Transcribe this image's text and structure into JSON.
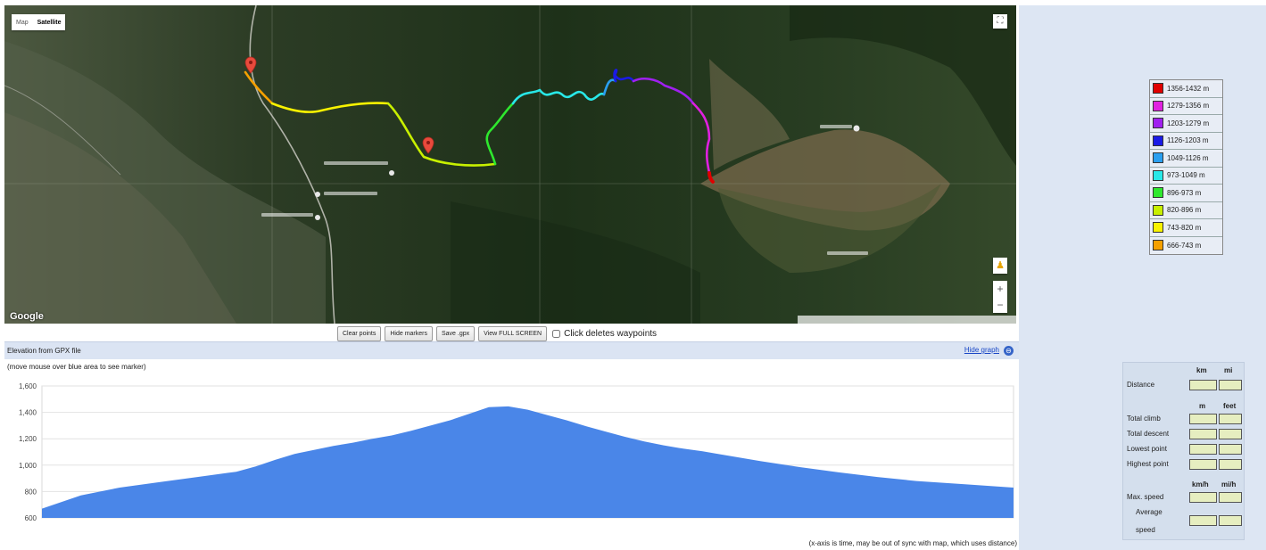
{
  "map": {
    "type_buttons": [
      {
        "label": "Map",
        "selected": false
      },
      {
        "label": "Satellite",
        "selected": true
      }
    ],
    "fullscreen_icon": "fullscreen-icon",
    "pegman_icon": "pegman-icon",
    "zoom_in": "+",
    "zoom_out": "−",
    "logo": "Google",
    "markers": 2,
    "track_colors": [
      "#f5a000",
      "#f8f200",
      "#c8f000",
      "#2ee82e",
      "#28e8e8",
      "#2a9ff0",
      "#1a1ae6",
      "#a020f0",
      "#e020e0",
      "#e00000"
    ]
  },
  "toolbar": {
    "clear_points": "Clear points",
    "hide_markers": "Hide markers",
    "save_gpx": "Save .gpx",
    "full_screen": "View FULL SCREEN",
    "click_deletes": "Click deletes waypoints"
  },
  "elevation": {
    "title": "Elevation from GPX file",
    "hint": "(move mouse over blue area to see marker)",
    "hide_graph": "Hide graph",
    "footnote": "(x-axis is time, may be out of sync with map, which uses distance)",
    "fill_color": "#4a86e8"
  },
  "chart_data": {
    "type": "area",
    "y_ticks": [
      "1,600",
      "1,400",
      "1,200",
      "1,000",
      "800",
      "600"
    ],
    "ylim": [
      600,
      1600
    ],
    "x": [
      0,
      0.04,
      0.08,
      0.12,
      0.16,
      0.2,
      0.22,
      0.24,
      0.26,
      0.28,
      0.3,
      0.32,
      0.34,
      0.36,
      0.38,
      0.4,
      0.42,
      0.44,
      0.46,
      0.48,
      0.5,
      0.52,
      0.54,
      0.56,
      0.58,
      0.6,
      0.62,
      0.64,
      0.66,
      0.68,
      0.7,
      0.74,
      0.78,
      0.82,
      0.86,
      0.9,
      0.95,
      1.0
    ],
    "values": [
      670,
      770,
      830,
      870,
      910,
      950,
      990,
      1040,
      1085,
      1115,
      1145,
      1170,
      1200,
      1225,
      1260,
      1300,
      1340,
      1390,
      1440,
      1445,
      1420,
      1380,
      1340,
      1295,
      1255,
      1215,
      1180,
      1150,
      1125,
      1105,
      1080,
      1030,
      985,
      945,
      910,
      880,
      855,
      830
    ]
  },
  "legend": [
    {
      "range": "1356-1432 m",
      "color": "#e00000"
    },
    {
      "range": "1279-1356 m",
      "color": "#e020e0"
    },
    {
      "range": "1203-1279 m",
      "color": "#a020f0"
    },
    {
      "range": "1126-1203 m",
      "color": "#1a1ae6"
    },
    {
      "range": "1049-1126 m",
      "color": "#2a9ff0"
    },
    {
      "range": "973-1049 m",
      "color": "#28e8e8"
    },
    {
      "range": "896-973 m",
      "color": "#2ee82e"
    },
    {
      "range": "820-896 m",
      "color": "#c8f000"
    },
    {
      "range": "743-820 m",
      "color": "#f8f200"
    },
    {
      "range": "666-743 m",
      "color": "#f5a000"
    }
  ],
  "stats": {
    "h_km": "km",
    "h_mi": "mi",
    "h_m": "m",
    "h_feet": "feet",
    "h_kmh": "km/h",
    "h_mih": "mi/h",
    "distance": "Distance",
    "total_climb": "Total climb",
    "total_descent": "Total descent",
    "lowest_point": "Lowest point",
    "highest_point": "Highest point",
    "max_speed": "Max. speed",
    "average": "Average",
    "speed": "speed"
  }
}
